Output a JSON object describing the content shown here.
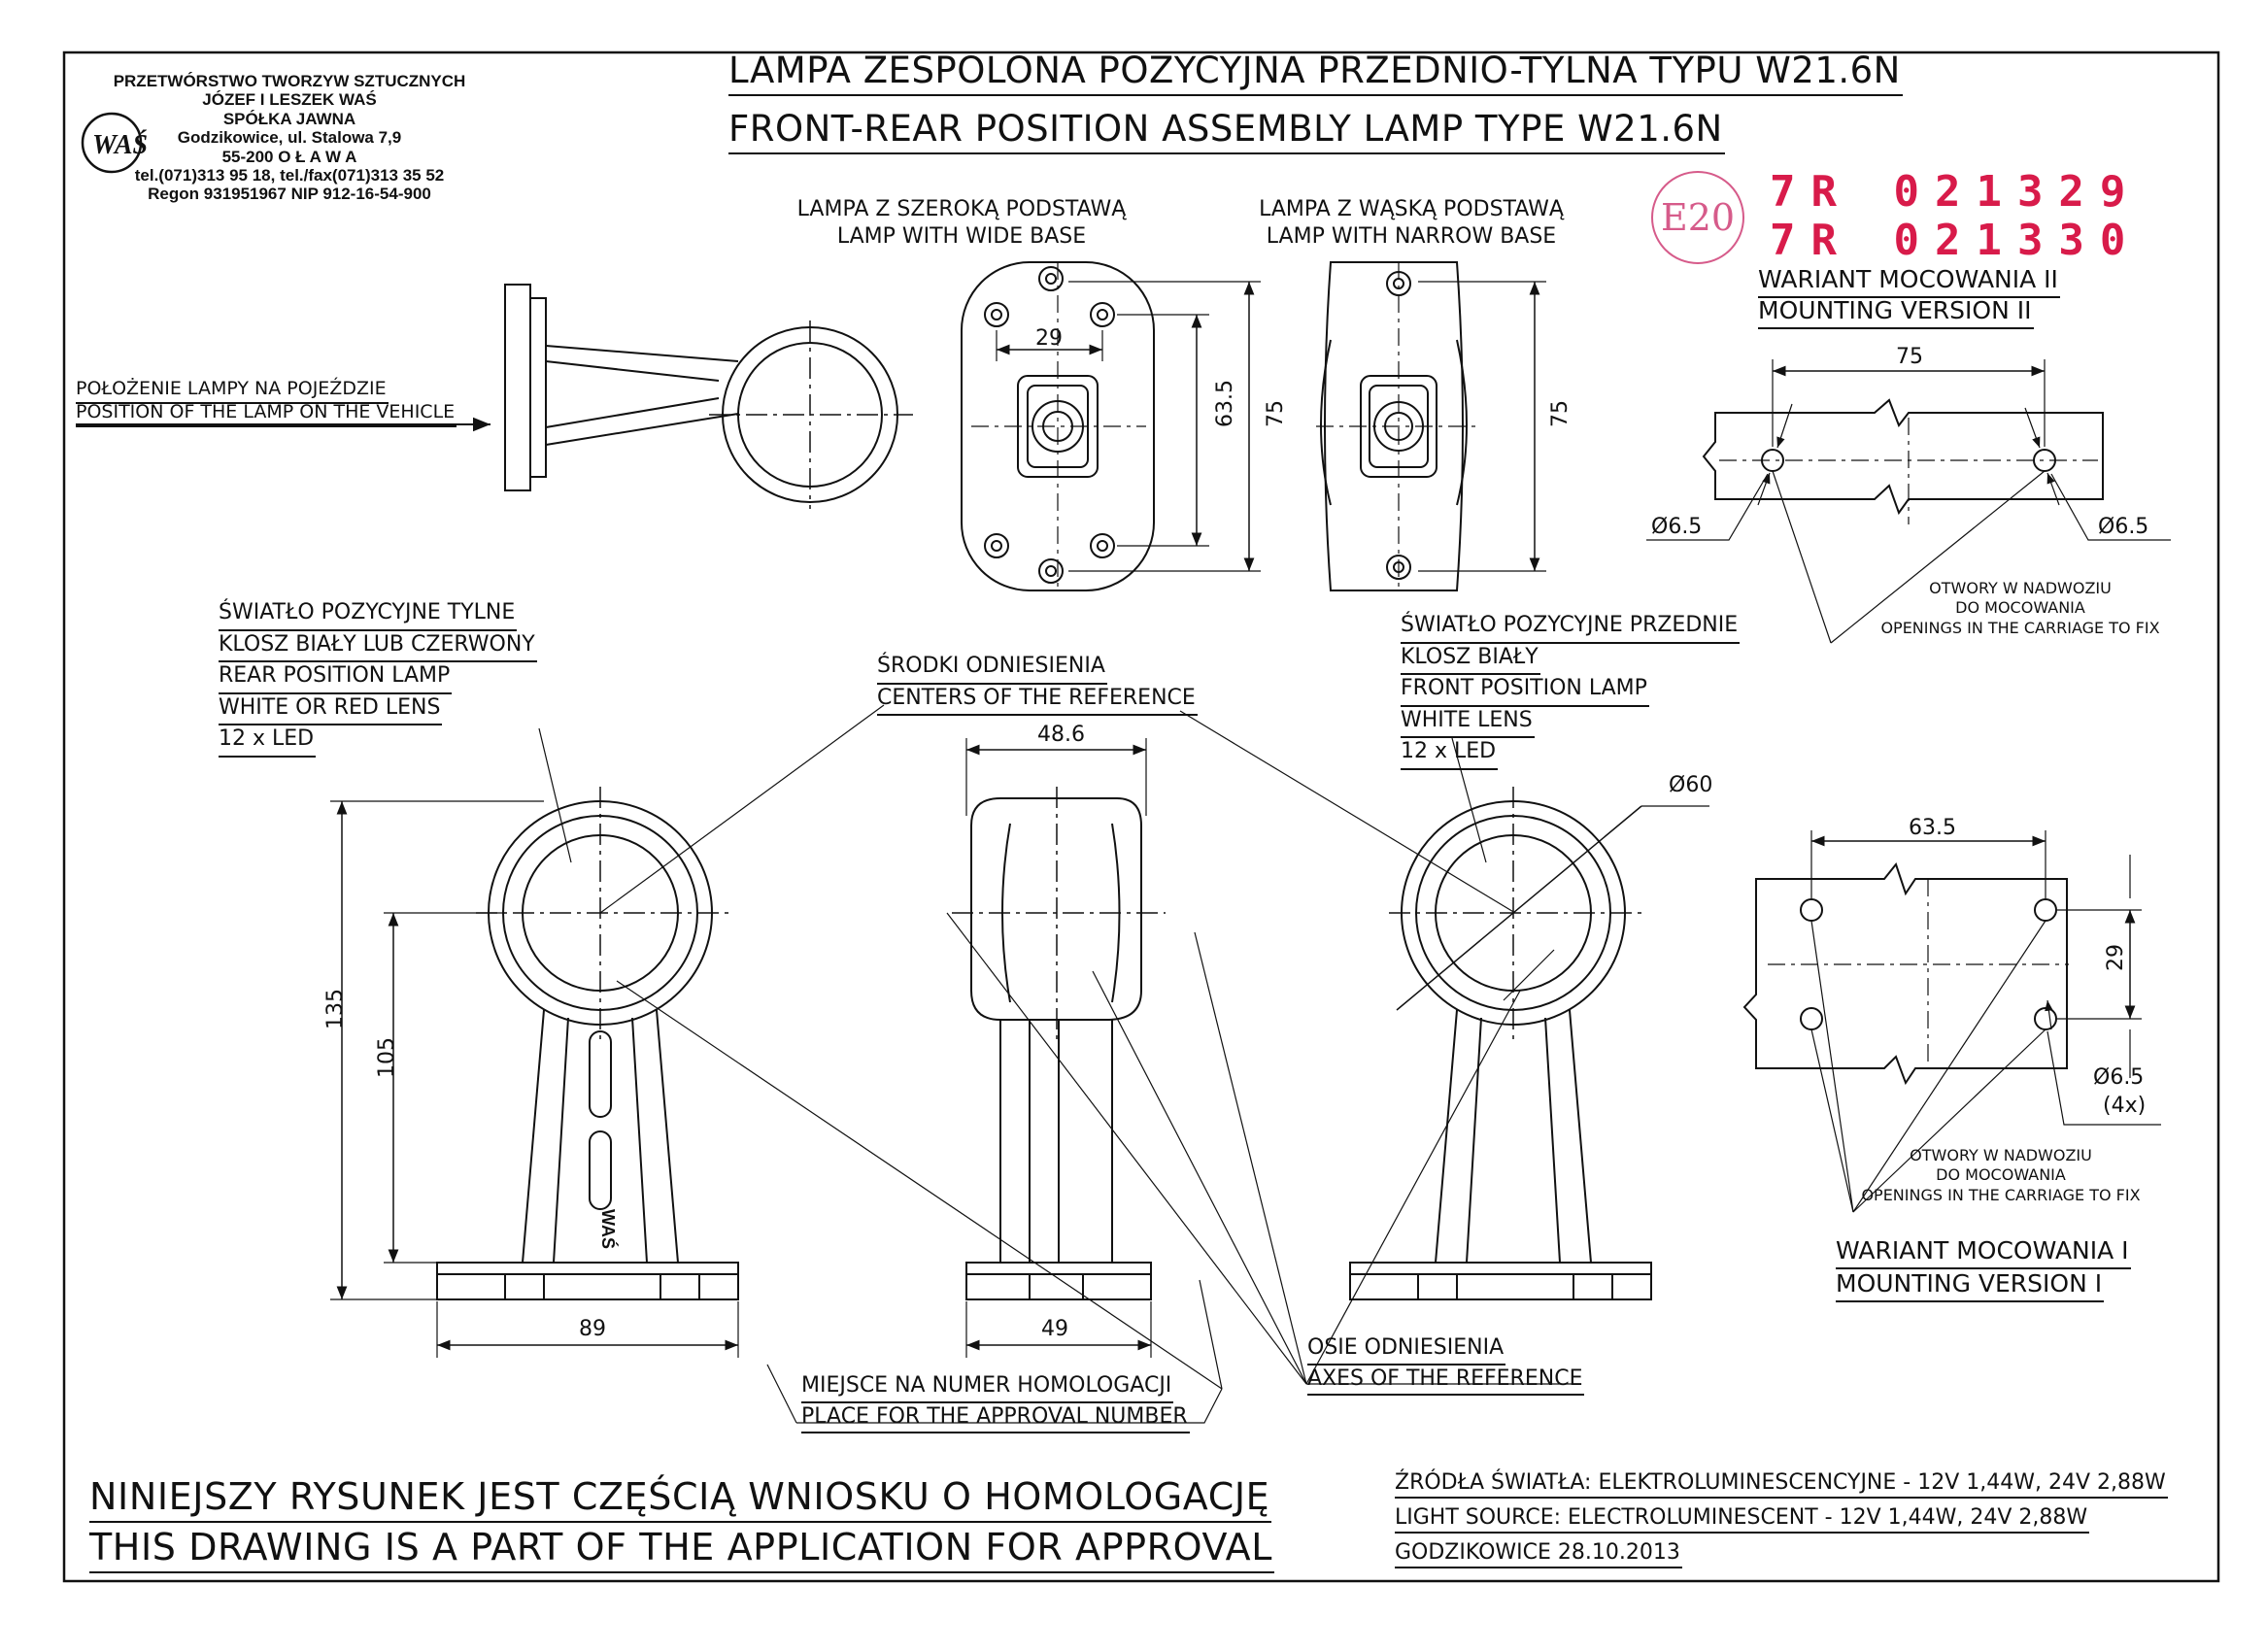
{
  "company": {
    "line1": "PRZETWÓRSTWO TWORZYW SZTUCZNYCH",
    "line2": "JÓZEF I LESZEK WAŚ",
    "line3": "SPÓŁKA JAWNA",
    "line4": "Godzikowice, ul. Stalowa 7,9",
    "line5": "55-200  O Ł A W A",
    "line6": "tel.(071)313 95 18, tel./fax(071)313 35 52",
    "line7": "Regon 931951967 NIP 912-16-54-900",
    "logo_text": "WAŚ"
  },
  "title": {
    "pl": "LAMPA ZESPOLONA POZYCYJNA PRZEDNIO-TYLNA  TYPU W21.6N",
    "en": "FRONT-REAR POSITION ASSEMBLY LAMP  TYPE W21.6N"
  },
  "approval": {
    "mark": "E20",
    "number1": "7R 021329",
    "number2": "7R 021330"
  },
  "views": {
    "wide_base": {
      "pl": "LAMPA Z SZEROKĄ PODSTAWĄ",
      "en": "LAMP WITH WIDE BASE"
    },
    "narrow_base": {
      "pl": "LAMPA Z WĄSKĄ PODSTAWĄ",
      "en": "LAMP WITH NARROW BASE"
    },
    "position": {
      "pl": "POŁOŻENIE LAMPY NA POJEŹDZIE",
      "en": "POSITION OF THE LAMP ON THE VEHICLE"
    }
  },
  "mounting2": {
    "title_pl": "WARIANT MOCOWANIA II",
    "title_en": "MOUNTING VERSION II",
    "dim_width": "75",
    "hole_left": "Ø6.5",
    "hole_right": "Ø6.5",
    "openings_pl1": "OTWORY W NADWOZIU",
    "openings_pl2": "DO MOCOWANIA",
    "openings_en": "OPENINGS IN THE CARRIAGE TO FIX"
  },
  "mounting1": {
    "title_pl": "WARIANT MOCOWANIA I",
    "title_en": "MOUNTING VERSION I",
    "dim_width": "63.5",
    "dim_height": "29",
    "hole": "Ø6.5",
    "hole_count": "(4x)",
    "openings_pl1": "OTWORY W NADWOZIU",
    "openings_pl2": "DO MOCOWANIA",
    "openings_en": "OPENINGS IN THE CARRIAGE TO FIX"
  },
  "dims": {
    "wide_29": "29",
    "wide_63_5": "63.5",
    "wide_75": "75",
    "narrow_75": "75",
    "side_48_6": "48.6",
    "side_49": "49",
    "front_135": "135",
    "front_105": "105",
    "front_89": "89",
    "right_60": "Ø60"
  },
  "rear_lamp": {
    "l1": "ŚWIATŁO POZYCYJNE TYLNE",
    "l2": "KLOSZ BIAŁY LUB CZERWONY",
    "l3": "REAR POSITION LAMP",
    "l4": "WHITE OR RED LENS",
    "l5": "12 x LED"
  },
  "front_lamp": {
    "l1": "ŚWIATŁO POZYCYJNE PRZEDNIE",
    "l2": "KLOSZ BIAŁY",
    "l3": "FRONT POSITION LAMP",
    "l4": "WHITE LENS",
    "l5": "12 x LED"
  },
  "centers": {
    "pl": "ŚRODKI ODNIESIENIA",
    "en": "CENTERS OF THE REFERENCE"
  },
  "axes": {
    "pl": "OSIE ODNIESIENIA",
    "en": "AXES OF THE REFERENCE"
  },
  "approval_place": {
    "pl": "MIEJSCE NA NUMER HOMOLOGACJI",
    "en": "PLACE FOR THE APPROVAL NUMBER"
  },
  "body_mark": "WAŚ",
  "footer": {
    "pl": "NINIEJSZY RYSUNEK JEST CZĘŚCIĄ WNIOSKU O  HOMOLOGACJĘ",
    "en": "THIS DRAWING IS A PART OF THE APPLICATION FOR  APPROVAL",
    "source_pl": "ŹRÓDŁA ŚWIATŁA: ELEKTROLUMINESCENCYJNE - 12V 1,44W, 24V 2,88W",
    "source_en": "LIGHT SOURCE: ELECTROLUMINESCENT - 12V 1,44W, 24V 2,88W",
    "date": "GODZIKOWICE 28.10.2013"
  }
}
